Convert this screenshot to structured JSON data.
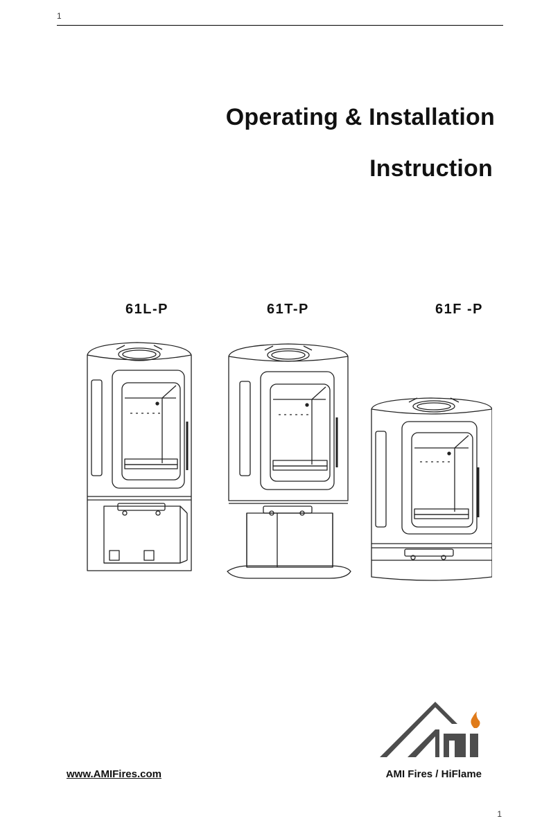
{
  "header": {
    "page_number": "1"
  },
  "title": {
    "line1": "Operating & Installation",
    "line2": "Instruction"
  },
  "models": [
    {
      "label": "61L-P"
    },
    {
      "label": "61T-P"
    },
    {
      "label": "61F -P"
    }
  ],
  "logo": {
    "text": "AMI",
    "accent_color": "#e07b1a",
    "mark_color": "#4d4d4d"
  },
  "footer": {
    "url": "www.AMIFires.com",
    "brand": "AMI Fires / HiFlame",
    "page_number": "1"
  }
}
